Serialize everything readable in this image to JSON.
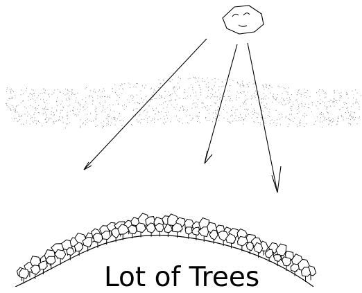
{
  "diagram": {
    "caption": "Lot of Trees",
    "elements": [
      {
        "name": "sun",
        "icon": "sun-icon"
      },
      {
        "name": "cloud-layer",
        "icon": "dotted-haze"
      },
      {
        "name": "sunlight-rays",
        "count": 3
      },
      {
        "name": "hill",
        "icon": "hill-icon"
      },
      {
        "name": "trees",
        "icon": "tree-icon"
      }
    ],
    "colors": {
      "ink": "#000000",
      "background": "#ffffff",
      "haze": "#8a8a8a"
    }
  }
}
